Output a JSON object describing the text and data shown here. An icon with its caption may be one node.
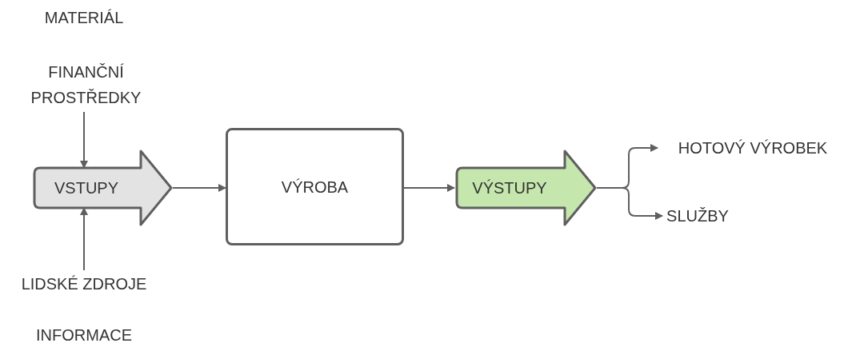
{
  "diagram": {
    "nodes": [
      {
        "text": [
          "FINANČNÍ PROSTŘEDKY"
        ]
      },
      {
        "text": [
          "VSTUPY"
        ]
      },
      {
        "text": [
          "VÝROBA"
        ]
      },
      {
        "text": [
          "VÝSTUPY"
        ]
      },
      {
        "text": [
          "HOTOVÝ VÝROBEK"
        ]
      },
      {
        "text": [
          "SLUŽBY"
        ]
      },
      {
        "text": [
          "LIDSKÉ ZDROJE"
        ]
      }
    ],
    "edges": [
      {
        "from": 0,
        "to": 1,
        "arrow": "to"
      },
      {
        "from": 6,
        "to": 1,
        "arrow": "to"
      },
      {
        "from": 1,
        "to": 2,
        "arrow": "to"
      },
      {
        "from": 2,
        "to": 3,
        "arrow": "to"
      },
      {
        "from": 3,
        "to": 4,
        "arrow": "to"
      },
      {
        "from": 3,
        "to": 5,
        "arrow": "to"
      }
    ],
    "labels": [
      "MATERIÁL",
      "INFORMACE"
    ]
  }
}
